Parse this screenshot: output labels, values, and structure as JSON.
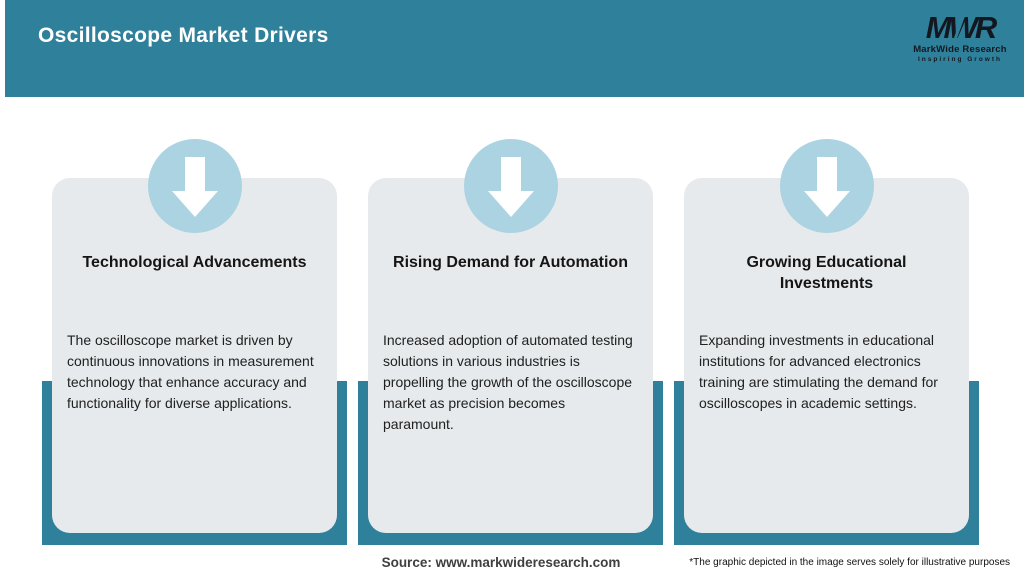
{
  "header": {
    "title": "Oscilloscope Market Drivers",
    "logo": {
      "acronym": "MWR",
      "name": "MarkWide Research",
      "tagline": "Inspiring Growth"
    }
  },
  "cards": [
    {
      "icon": "down-arrow-icon",
      "title": "Technological Advancements",
      "description": "The oscilloscope market is driven by continuous innovations in measurement technology that enhance accuracy and functionality for diverse applications."
    },
    {
      "icon": "down-arrow-icon",
      "title": "Rising Demand for Automation",
      "description": "Increased adoption of automated testing solutions in various industries is propelling the growth of the oscilloscope market as precision becomes paramount."
    },
    {
      "icon": "down-arrow-icon",
      "title": "Growing Educational Investments",
      "description": "Expanding investments in educational institutions for advanced electronics training are stimulating the demand for oscilloscopes in academic settings."
    }
  ],
  "footer": {
    "source": "Source: www.markwideresearch.com",
    "disclaimer": "*The graphic depicted in the image serves solely for illustrative purposes"
  },
  "colors": {
    "accent_teal": "#2F819B",
    "card_background": "#E7EAEC",
    "icon_circle_blue": "#ABD3E2",
    "logo_text_dark": "#131820"
  }
}
